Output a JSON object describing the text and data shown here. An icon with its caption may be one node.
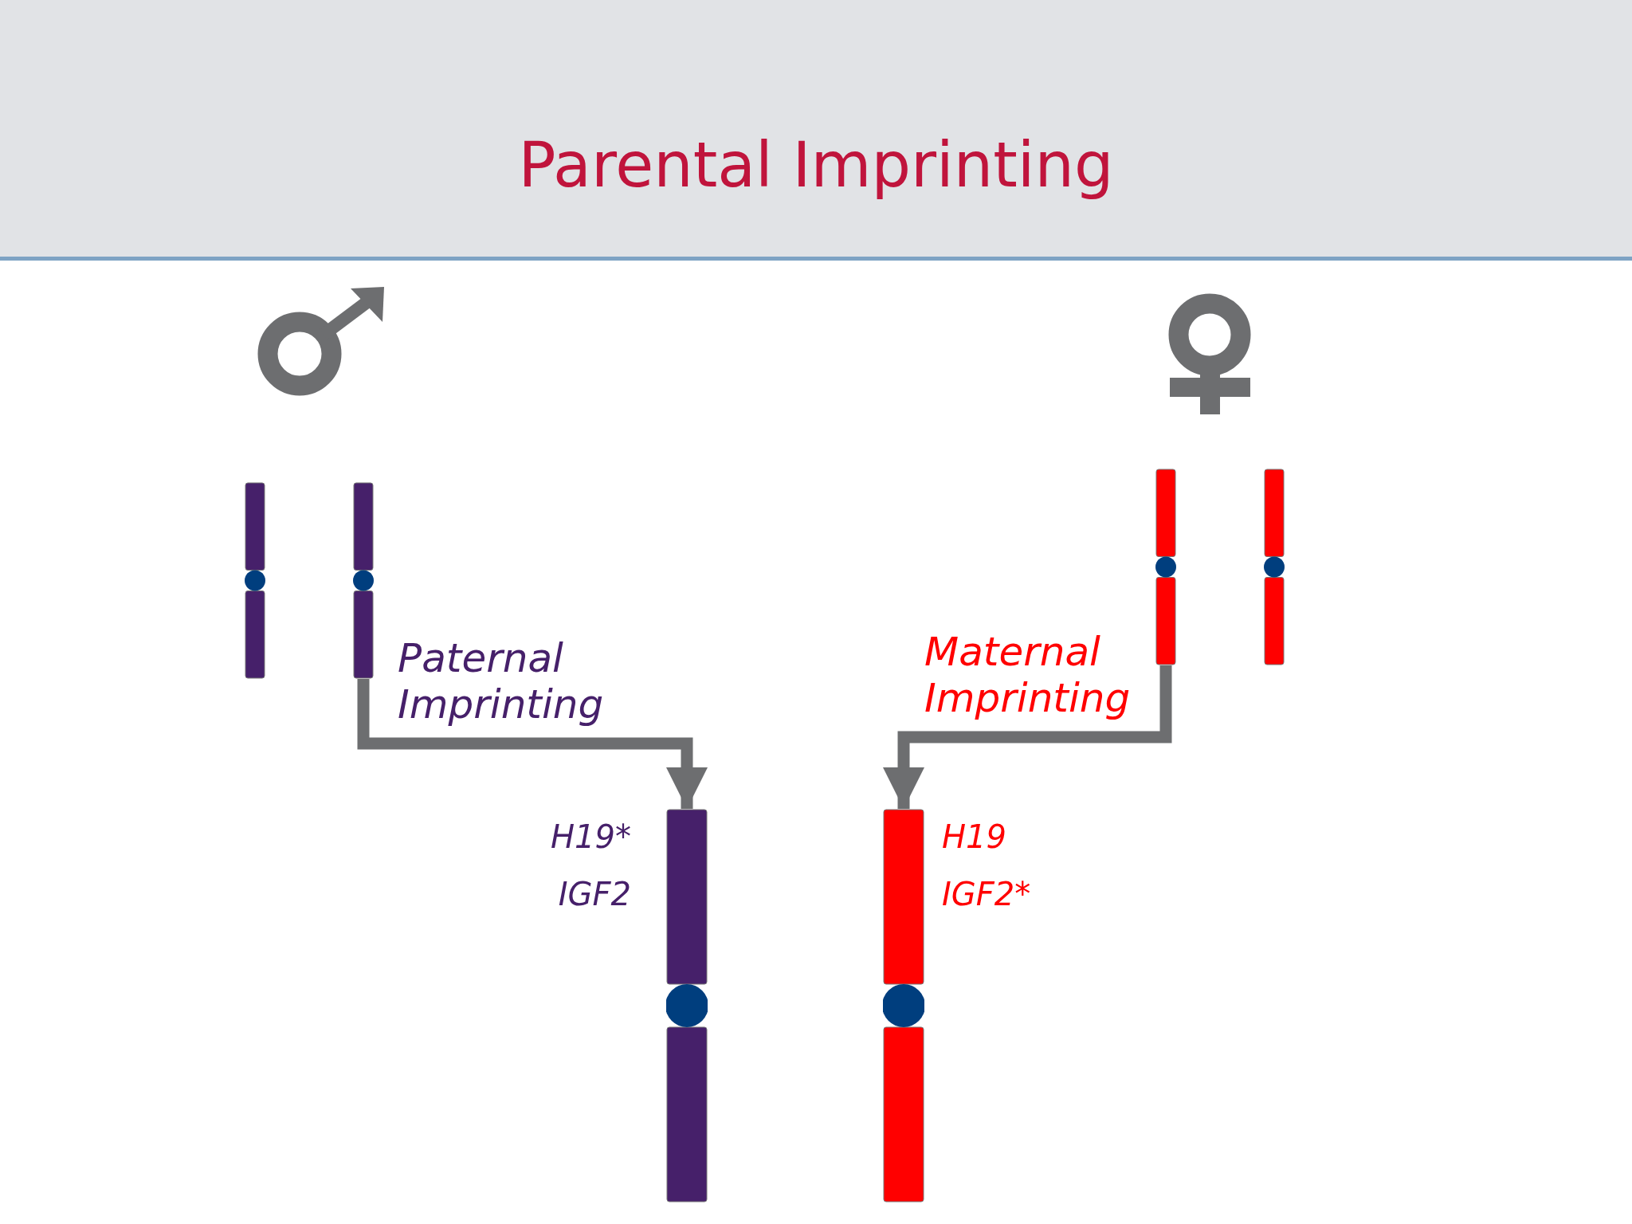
{
  "diagram": {
    "title": "Parental Imprinting",
    "nodes": [
      {
        "text": [],
        "shape": "bar"
      },
      {
        "text": [],
        "shape": "bar"
      },
      {
        "text": [],
        "shape": "bar"
      },
      {
        "text": [],
        "shape": "bar"
      },
      {
        "text": [],
        "shape": "bar",
        "beside": [
          "H19*",
          "IGF2"
        ]
      },
      {
        "text": [],
        "shape": "bar",
        "beside": [
          "H19",
          "IGF2*"
        ]
      }
    ],
    "edges": [
      {
        "from": 1,
        "to": 4,
        "arrow": "to",
        "label": "Paternal Imprinting"
      },
      {
        "from": 2,
        "to": 5,
        "arrow": "to",
        "label": "Maternal Imprinting"
      }
    ]
  }
}
